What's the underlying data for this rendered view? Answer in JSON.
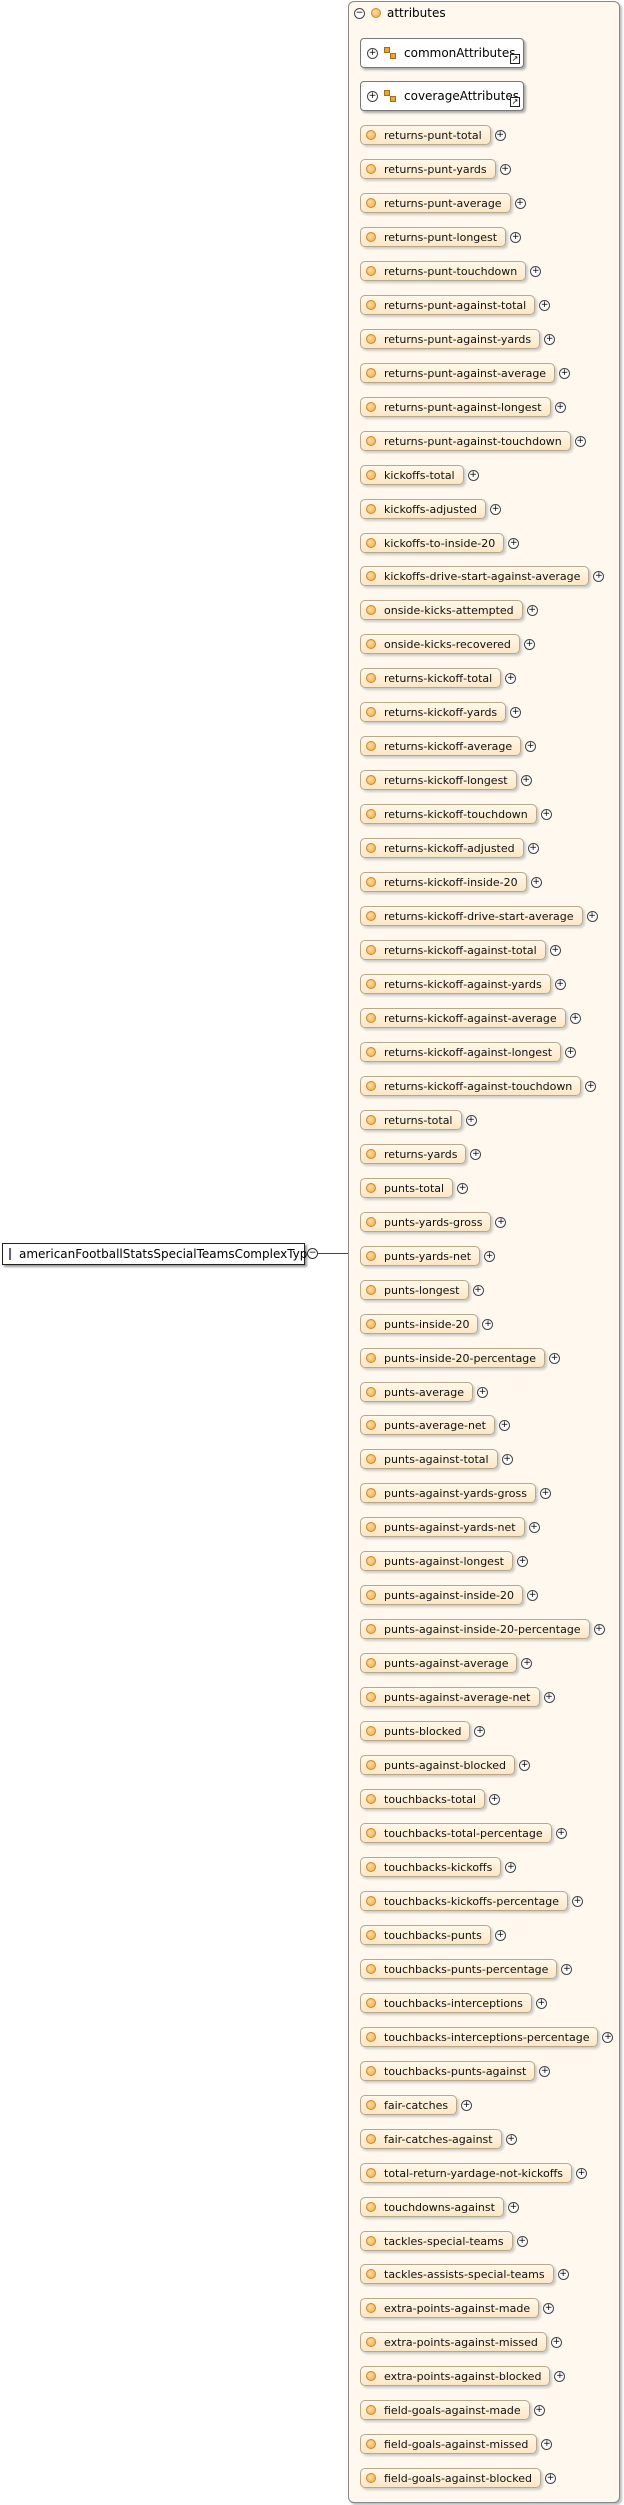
{
  "complex_type": {
    "name": "americanFootballStatsSpecialTeamsComplexType"
  },
  "group": {
    "label": "attributes"
  },
  "attribute_groups": [
    "commonAttributes",
    "coverageAttributes"
  ],
  "attributes": [
    "returns-punt-total",
    "returns-punt-yards",
    "returns-punt-average",
    "returns-punt-longest",
    "returns-punt-touchdown",
    "returns-punt-against-total",
    "returns-punt-against-yards",
    "returns-punt-against-average",
    "returns-punt-against-longest",
    "returns-punt-against-touchdown",
    "kickoffs-total",
    "kickoffs-adjusted",
    "kickoffs-to-inside-20",
    "kickoffs-drive-start-against-average",
    "onside-kicks-attempted",
    "onside-kicks-recovered",
    "returns-kickoff-total",
    "returns-kickoff-yards",
    "returns-kickoff-average",
    "returns-kickoff-longest",
    "returns-kickoff-touchdown",
    "returns-kickoff-adjusted",
    "returns-kickoff-inside-20",
    "returns-kickoff-drive-start-average",
    "returns-kickoff-against-total",
    "returns-kickoff-against-yards",
    "returns-kickoff-against-average",
    "returns-kickoff-against-longest",
    "returns-kickoff-against-touchdown",
    "returns-total",
    "returns-yards",
    "punts-total",
    "punts-yards-gross",
    "punts-yards-net",
    "punts-longest",
    "punts-inside-20",
    "punts-inside-20-percentage",
    "punts-average",
    "punts-average-net",
    "punts-against-total",
    "punts-against-yards-gross",
    "punts-against-yards-net",
    "punts-against-longest",
    "punts-against-inside-20",
    "punts-against-inside-20-percentage",
    "punts-against-average",
    "punts-against-average-net",
    "punts-blocked",
    "punts-against-blocked",
    "touchbacks-total",
    "touchbacks-total-percentage",
    "touchbacks-kickoffs",
    "touchbacks-kickoffs-percentage",
    "touchbacks-punts",
    "touchbacks-punts-percentage",
    "touchbacks-interceptions",
    "touchbacks-interceptions-percentage",
    "touchbacks-punts-against",
    "fair-catches",
    "fair-catches-against",
    "total-return-yardage-not-kickoffs",
    "touchdowns-against",
    "tackles-special-teams",
    "tackles-assists-special-teams",
    "extra-points-against-made",
    "extra-points-against-missed",
    "extra-points-against-blocked",
    "field-goals-against-made",
    "field-goals-against-missed",
    "field-goals-against-blocked"
  ]
}
